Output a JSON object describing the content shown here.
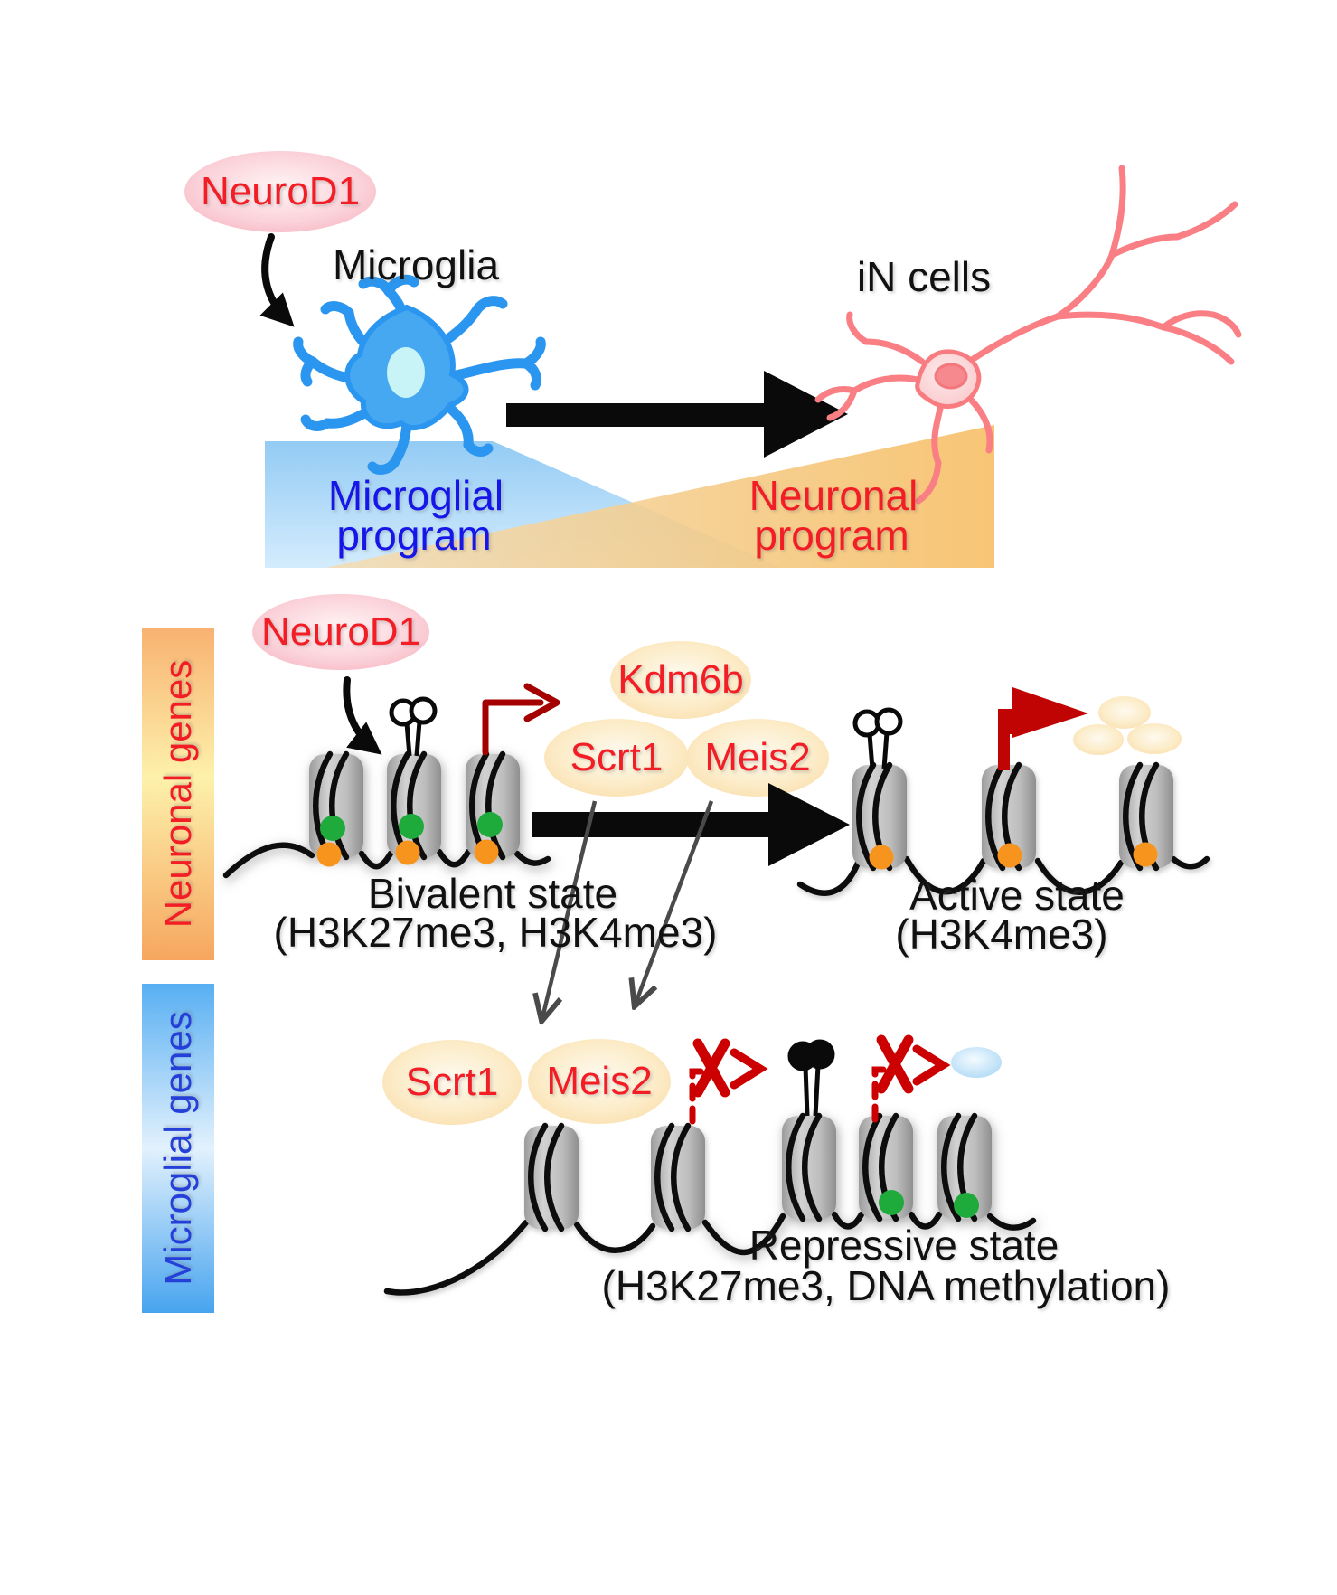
{
  "colors": {
    "red_text": "#f21d25",
    "program_blue_text": "#1616e8",
    "microglial_genes_blue_text": "#2440d8",
    "black_text": "#111111",
    "microglia_cell_blue": "#2b96ef",
    "in_neuron_pink": "#f97f84",
    "promoter_arrow_dark_red": "#a40000",
    "blocked_arrow_red": "#cc0000",
    "transcription_flag_red": "#c00404",
    "h3k4me3_mark_green": "#1fab3c",
    "h3k27me3_mark_orange": "#f7941e",
    "nucleosome_gray": "#bdbdbd",
    "microglial_program_band_blue": "#a9d6f7",
    "neuronal_program_band_orange": "#f6c46a",
    "protein_oval_cream": "#fbe3b5",
    "neurod1_oval_pink": "#f8c2cd"
  },
  "top": {
    "neurod1_label": "NeuroD1",
    "microglia_label": "Microglia",
    "in_cells_label": "iN cells",
    "microglial_program_line1": "Microglial",
    "microglial_program_line2": "program",
    "neuronal_program_line1": "Neuronal",
    "neuronal_program_line2": "program"
  },
  "neuronal_genes_section": {
    "row_label": "Neuronal genes",
    "neurod1_label": "NeuroD1",
    "kdm6b_label": "Kdm6b",
    "scrt1_label": "Scrt1",
    "meis2_label": "Meis2",
    "bivalent_state_title": "Bivalent state",
    "bivalent_state_marks": "(H3K27me3, H3K4me3)",
    "active_state_title": "Active state",
    "active_state_marks": "(H3K4me3)"
  },
  "microglial_genes_section": {
    "row_label": "Microglial genes",
    "scrt1_label": "Scrt1",
    "meis2_label": "Meis2",
    "repressive_state_title": "Repressive state",
    "repressive_state_marks": "(H3K27me3, DNA methylation)"
  }
}
